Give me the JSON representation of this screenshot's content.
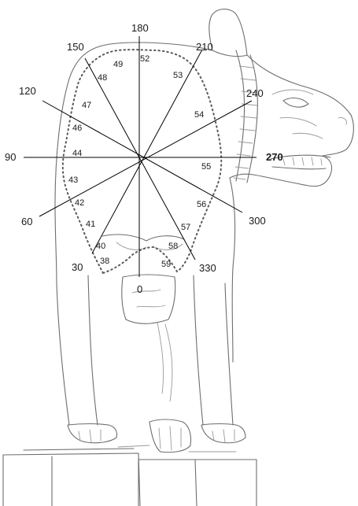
{
  "angle_labels": {
    "a0": "0",
    "a30": "30",
    "a60": "60",
    "a90": "90",
    "a120": "120",
    "a150": "150",
    "a180": "180",
    "a210": "210",
    "a240": "240",
    "a270": "270",
    "a300": "300",
    "a330": "330"
  },
  "point_labels": {
    "p38": "38",
    "p40": "40",
    "p41": "41",
    "p42": "42",
    "p43": "43",
    "p44": "44",
    "p46": "46",
    "p47": "47",
    "p48": "48",
    "p49": "49",
    "p52": "52",
    "p53": "53",
    "p54": "54",
    "p55": "55",
    "p56": "56",
    "p57": "57",
    "p58": "58",
    "p59": "59"
  },
  "colors": {
    "rays": "#000000",
    "sketch": "#6e6e6e"
  }
}
